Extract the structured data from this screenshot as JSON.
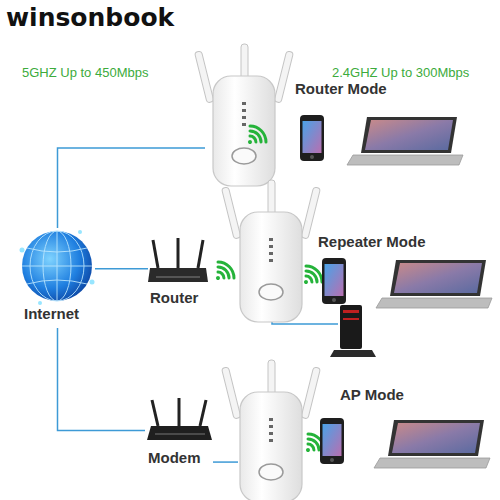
{
  "diagram": {
    "nodes": [
      {
        "text": [
          "Internet"
        ]
      },
      {
        "text": [
          "Router"
        ]
      },
      {
        "text": [
          "Modem"
        ]
      },
      {
        "text": [
          "Router Mode"
        ]
      },
      {
        "text": [
          "Repeater Mode"
        ]
      },
      {
        "text": [
          "AP Mode"
        ]
      }
    ],
    "edges": [
      {
        "from": 0,
        "to": 3,
        "arrow": "none"
      },
      {
        "from": 0,
        "to": 1,
        "arrow": "none"
      },
      {
        "from": 0,
        "to": 2,
        "arrow": "none"
      },
      {
        "from": 2,
        "to": 5,
        "arrow": "none"
      }
    ],
    "labels": [
      "winsonbook",
      "5GHZ Up to 450Mbps",
      "2.4GHZ Up to 300Mbps"
    ]
  }
}
